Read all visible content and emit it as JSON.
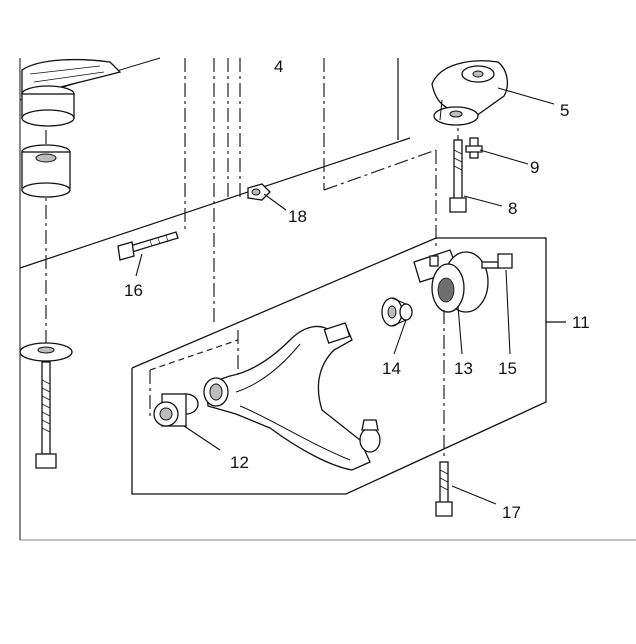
{
  "callouts": [
    {
      "id": "4",
      "text": "4"
    },
    {
      "id": "5",
      "text": "5"
    },
    {
      "id": "8",
      "text": "8"
    },
    {
      "id": "9",
      "text": "9"
    },
    {
      "id": "11",
      "text": "11"
    },
    {
      "id": "12",
      "text": "12"
    },
    {
      "id": "13",
      "text": "13"
    },
    {
      "id": "14",
      "text": "14"
    },
    {
      "id": "15",
      "text": "15"
    },
    {
      "id": "16",
      "text": "16"
    },
    {
      "id": "17",
      "text": "17"
    },
    {
      "id": "18",
      "text": "18"
    }
  ]
}
